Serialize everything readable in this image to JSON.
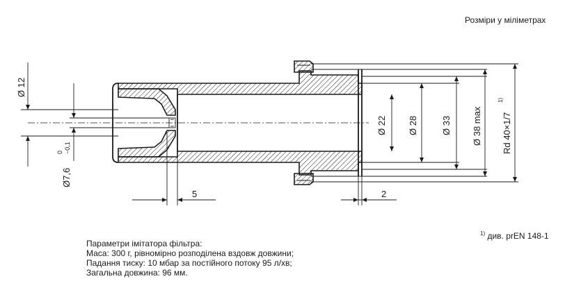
{
  "units_note": "Розміри у міліметрах",
  "dimensions": {
    "d12": "Ø 12",
    "d7_6": "Ø7,6",
    "d7_6_tol_upper": "0",
    "d7_6_tol_lower": "−0,1",
    "len5": "5",
    "len2": "2",
    "d22": "Ø 22",
    "d28": "Ø 28",
    "d33": "Ø 33",
    "d38": "Ø 38 max",
    "thread": "Rd 40×1/7",
    "thread_note_ref": "1)"
  },
  "footnote": {
    "marker": "1)",
    "text": "див. prEN 148-1"
  },
  "parameters": {
    "heading": "Параметри імітатора фільтра:",
    "mass": "Маса: 300 г, рівномірно розподілена вздовж довжини;",
    "pressure": "Падання тиску: 10 мбар за постійного потоку 95 л/хв;",
    "length": "Загальна довжина: 96 мм."
  }
}
